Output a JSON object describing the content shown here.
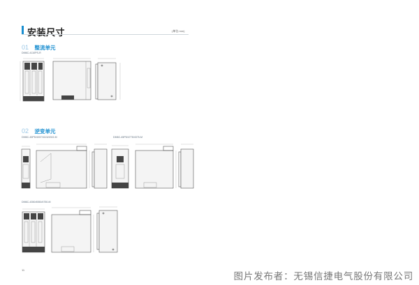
{
  "header": {
    "title": "安装尺寸",
    "unit_label": "(单位:mm)"
  },
  "sections": [
    {
      "num": "01",
      "title": "整流单元"
    },
    {
      "num": "02",
      "title": "逆变单元"
    }
  ],
  "models": {
    "rectifier": "DM6C-4110PS-R",
    "inverter_a": "DM6C-45P5/4007/4115/4302-M",
    "inverter_b": "DM6C-45P5/4775/4375-M",
    "inverter_c": "DM6C-4350/4550/4750-M"
  },
  "footer": {
    "page_number": "11",
    "watermark": "图片发布者：无锡信捷电气股份有限公司"
  },
  "colors": {
    "accent": "#1a8ed0",
    "number_light": "#9cc8e6"
  }
}
